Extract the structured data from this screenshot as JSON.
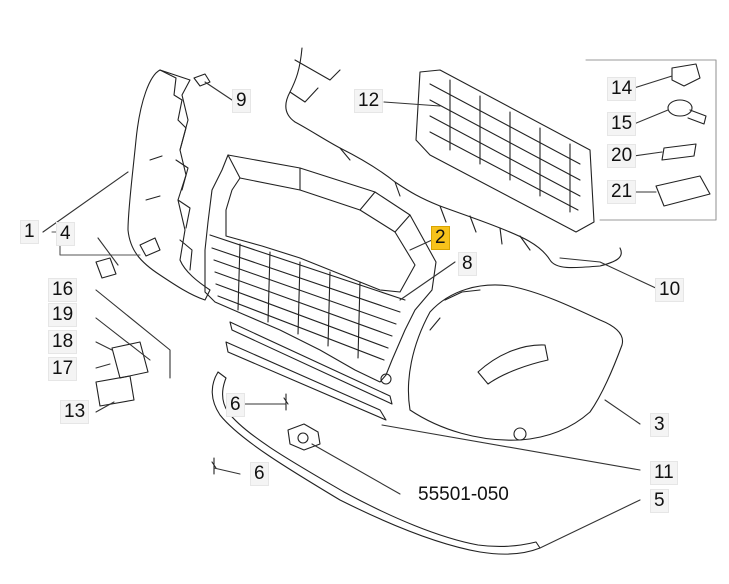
{
  "diagram": {
    "highlight_color": "#f7c21b",
    "labels": {
      "l1": "1",
      "l2": "2",
      "l3": "3",
      "l4": "4",
      "l5": "5",
      "l6a": "6",
      "l6b": "6",
      "l8": "8",
      "l9": "9",
      "l10": "10",
      "l11": "11",
      "l12": "12",
      "l13": "13",
      "l14": "14",
      "l15": "15",
      "l16": "16",
      "l17": "17",
      "l18": "18",
      "l19": "19",
      "l20": "20",
      "l21": "21",
      "part_number": "55501-050"
    }
  }
}
